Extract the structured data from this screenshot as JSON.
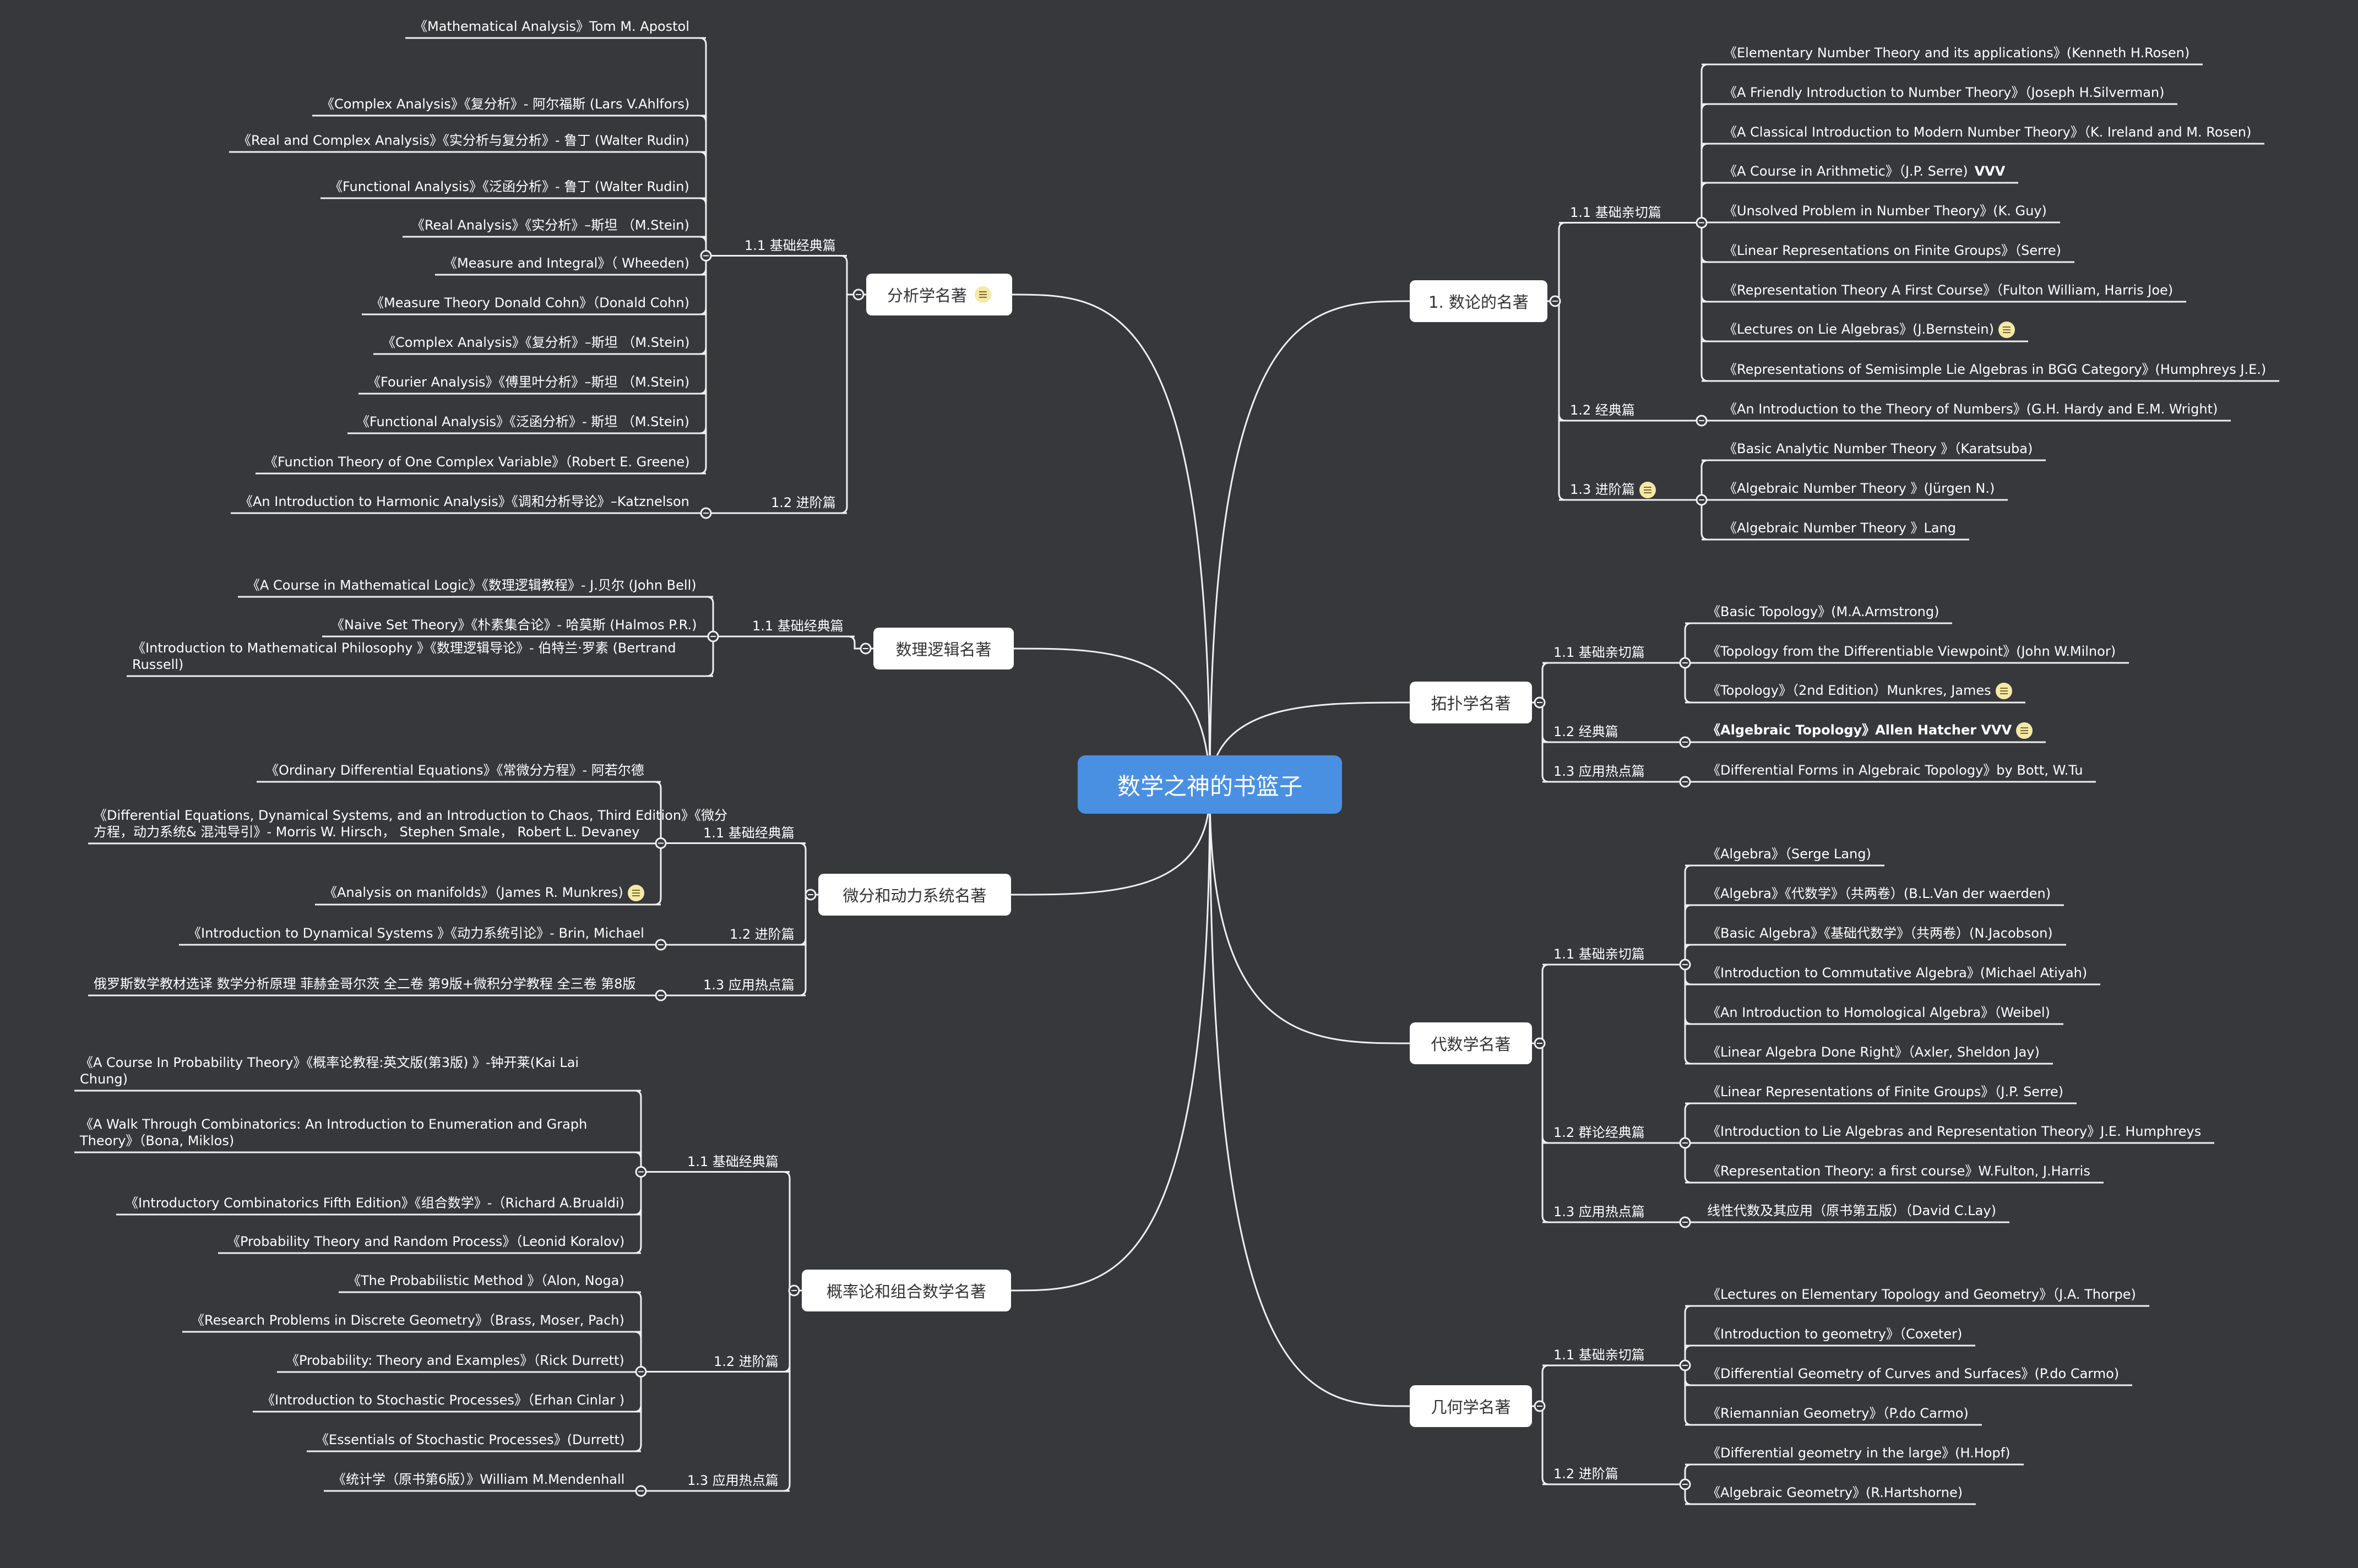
{
  "root": {
    "label": "数学之神的书篮子"
  },
  "branches": [
    {
      "label": "分析学名著",
      "has_note": true,
      "groups": [
        {
          "label": "1.1 基础经典篇",
          "items": [
            {
              "text": "《Mathematical Analysis》Tom M. Apostol"
            },
            {
              "text": "《Complex Analysis》《复分析》- 阿尔福斯 (Lars V.Ahlfors)"
            },
            {
              "text": "《Real and Complex Analysis》《实分析与复分析》- 鲁丁 (Walter Rudin)"
            },
            {
              "text": "《Functional Analysis》《泛函分析》- 鲁丁 (Walter Rudin)"
            },
            {
              "text": "《Real Analysis》《实分析》–斯坦 （M.Stein)"
            },
            {
              "text": "《Measure and Integral》（ Wheeden)"
            },
            {
              "text": "《Measure Theory Donald Cohn》（Donald Cohn)"
            },
            {
              "text": "《Complex Analysis》《复分析》–斯坦 （M.Stein)"
            },
            {
              "text": "《Fourier Analysis》《傅里叶分析》–斯坦 （M.Stein)"
            },
            {
              "text": "《Functional Analysis》《泛函分析》- 斯坦 （M.Stein)"
            },
            {
              "text": "《Function Theory of One Complex Variable》（Robert E. Greene)"
            }
          ]
        },
        {
          "label": "1.2 进阶篇",
          "items": [
            {
              "text": "《An Introduction to Harmonic Analysis》《调和分析导论》–Katznelson"
            }
          ]
        }
      ]
    },
    {
      "label": "数理逻辑名著",
      "groups": [
        {
          "label": "1.1 基础经典篇",
          "items": [
            {
              "text": "《A Course in Mathematical Logic》《数理逻辑教程》- J.贝尔 (John Bell)"
            },
            {
              "text": "《Naive Set Theory》《朴素集合论》- 哈莫斯 (Halmos P.R.)"
            },
            {
              "text": "《Introduction to Mathematical Philosophy 》《数理逻辑导论》- 伯特兰·罗素 (Bertrand Russell)"
            }
          ]
        }
      ]
    },
    {
      "label": "微分和动力系统名著",
      "groups": [
        {
          "label": "1.1 基础经典篇",
          "items": [
            {
              "text": "《Ordinary Differential Equations》《常微分方程》- 阿若尔德"
            },
            {
              "text": "《Differential Equations, Dynamical Systems, and an Introduction to Chaos, Third Edition》《微分方程，动力系统& 混沌导引》- Morris W. Hirsch， Stephen Smale， Robert L. Devaney"
            },
            {
              "text": "《Analysis on manifolds》（James R. Munkres)",
              "has_note": true
            }
          ]
        },
        {
          "label": "1.2 进阶篇",
          "items": [
            {
              "text": "《Introduction to Dynamical Systems 》《动力系统引论》- Brin, Michael"
            }
          ]
        },
        {
          "label": "1.3 应用热点篇",
          "items": [
            {
              "text": "俄罗斯数学教材选译 数学分析原理 菲赫金哥尔茨 全二卷 第9版+微积分学教程 全三卷 第8版"
            }
          ]
        }
      ]
    },
    {
      "label": "概率论和组合数学名著",
      "groups": [
        {
          "label": "1.1 基础经典篇",
          "items": [
            {
              "text": "《A Course In Probability Theory》《概率论教程:英文版(第3版) 》-钟开莱(Kai Lai Chung)"
            },
            {
              "text": "《A Walk Through Combinatorics: An Introduction to Enumeration and Graph Theory》（Bona, Miklos)"
            },
            {
              "text": "《Introductory Combinatorics Fifth Edition》《组合数学》-（Richard A.Brualdi)"
            },
            {
              "text": "《Probability Theory and Random Process》（Leonid Koralov)"
            }
          ]
        },
        {
          "label": "1.2 进阶篇",
          "items": [
            {
              "text": "《The Probabilistic Method 》（Alon, Noga)"
            },
            {
              "text": "《Research Problems in Discrete Geometry》（Brass, Moser, Pach)"
            },
            {
              "text": "《Probability: Theory and Examples》（Rick Durrett)"
            },
            {
              "text": "《Introduction to Stochastic Processes》（Erhan Cinlar )"
            },
            {
              "text": "《Essentials of Stochastic Processes》(Durrett)"
            }
          ]
        },
        {
          "label": "1.3 应用热点篇",
          "items": [
            {
              "text": "《统计学（原书第6版）》William M.Mendenhall"
            }
          ]
        }
      ]
    },
    {
      "label": "1. 数论的名著",
      "groups": [
        {
          "label": "1.1 基础亲切篇",
          "items": [
            {
              "text": "《Elementary Number Theory and its applications》(Kenneth H.Rosen)"
            },
            {
              "text": "《A Friendly Introduction to Number Theory》（Joseph H.Silverman)"
            },
            {
              "text": "《A Classical Introduction to Modern Number Theory》（K. Ireland and M. Rosen)"
            },
            {
              "text": "《A Course in Arithmetic》（J.P. Serre)",
              "suffix": "VVV"
            },
            {
              "text": "《Unsolved Problem in Number Theory》(K. Guy)"
            },
            {
              "text": "《Linear Representations on Finite Groups》（Serre)"
            },
            {
              "text": "《Representation Theory A First Course》（Fulton William, Harris Joe)"
            },
            {
              "text": "《Lectures on Lie Algebras》(J.Bernstein)",
              "has_note": true
            },
            {
              "text": "《Representations of Semisimple Lie Algebras in BGG Category》(Humphreys J.E.)"
            }
          ]
        },
        {
          "label": "1.2 经典篇",
          "items": [
            {
              "text": "《An Introduction to the Theory of Numbers》(G.H. Hardy and E.M. Wright)"
            }
          ]
        },
        {
          "label": "1.3 进阶篇",
          "has_note": true,
          "items": [
            {
              "text": "《Basic Analytic Number Theory 》（Karatsuba)"
            },
            {
              "text": "《Algebraic Number Theory 》(Jürgen N.)"
            },
            {
              "text": "《Algebraic Number Theory 》Lang"
            }
          ]
        }
      ]
    },
    {
      "label": "拓扑学名著",
      "groups": [
        {
          "label": "1.1 基础亲切篇",
          "items": [
            {
              "text": "《Basic Topology》(M.A.Armstrong)"
            },
            {
              "text": "《Topology from the Differentiable Viewpoint》(John W.Milnor)"
            },
            {
              "text": "《Topology》（2nd Edition）Munkres, James",
              "has_note": true
            }
          ]
        },
        {
          "label": "1.2 经典篇",
          "items": [
            {
              "text": "《Algebraic Topology》Allen Hatcher VVV",
              "bold": true,
              "has_note": true
            }
          ]
        },
        {
          "label": "1.3 应用热点篇",
          "items": [
            {
              "text": "《Differential Forms in Algebraic Topology》by Bott, W.Tu"
            }
          ]
        }
      ]
    },
    {
      "label": "代数学名著",
      "groups": [
        {
          "label": "1.1 基础亲切篇",
          "items": [
            {
              "text": "《Algebra》（Serge Lang)"
            },
            {
              "text": "《Algebra》《代数学》（共两卷）(B.L.Van der waerden)"
            },
            {
              "text": "《Basic Algebra》《基础代数学》（共两卷）(N.Jacobson)"
            },
            {
              "text": "《Introduction to Commutative Algebra》(Michael Atiyah)"
            },
            {
              "text": "《An Introduction to Homological Algebra》（Weibel)"
            },
            {
              "text": "《Linear Algebra Done Right》（Axler, Sheldon Jay)"
            }
          ]
        },
        {
          "label": "1.2 群论经典篇",
          "items": [
            {
              "text": "《Linear Representations of Finite Groups》（J.P. Serre)"
            },
            {
              "text": "《Introduction to Lie Algebras and Representation Theory》J.E. Humphreys"
            },
            {
              "text": "《Representation Theory: a first course》W.Fulton, J.Harris"
            }
          ]
        },
        {
          "label": "1.3 应用热点篇",
          "items": [
            {
              "text": "线性代数及其应用（原书第五版）（David C.Lay)"
            }
          ]
        }
      ]
    },
    {
      "label": "几何学名著",
      "groups": [
        {
          "label": "1.1 基础亲切篇",
          "items": [
            {
              "text": "《Lectures on Elementary Topology and Geometry》（J.A. Thorpe)"
            },
            {
              "text": "《Introduction to geometry》（Coxeter)"
            },
            {
              "text": "《Differential Geometry of Curves and Surfaces》(P.do Carmo)"
            },
            {
              "text": "《Riemannian Geometry》（P.do Carmo)"
            }
          ]
        },
        {
          "label": "1.2 进阶篇",
          "items": [
            {
              "text": "《Differential geometry in the large》(H.Hopf)"
            },
            {
              "text": "《Algebraic Geometry》(R.Hartshorne)"
            }
          ]
        }
      ]
    }
  ],
  "colors": {
    "background": "#37383c",
    "line": "#f0f0f0",
    "root": "#4a90e2",
    "branch": "#ffffff",
    "note": "#f5e9a8"
  }
}
